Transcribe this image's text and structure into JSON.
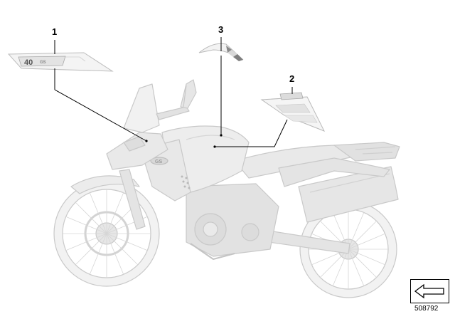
{
  "callouts": [
    {
      "number": "1",
      "part": "decal-40-years"
    },
    {
      "number": "2",
      "part": "decal-side-fairing"
    },
    {
      "number": "3",
      "part": "decal-tank-stripe"
    }
  ],
  "decal_badge_number": "40",
  "decal_model_lettering": "GS",
  "part_id": "508792",
  "nav": {
    "icon": "arrow-left-icon"
  }
}
